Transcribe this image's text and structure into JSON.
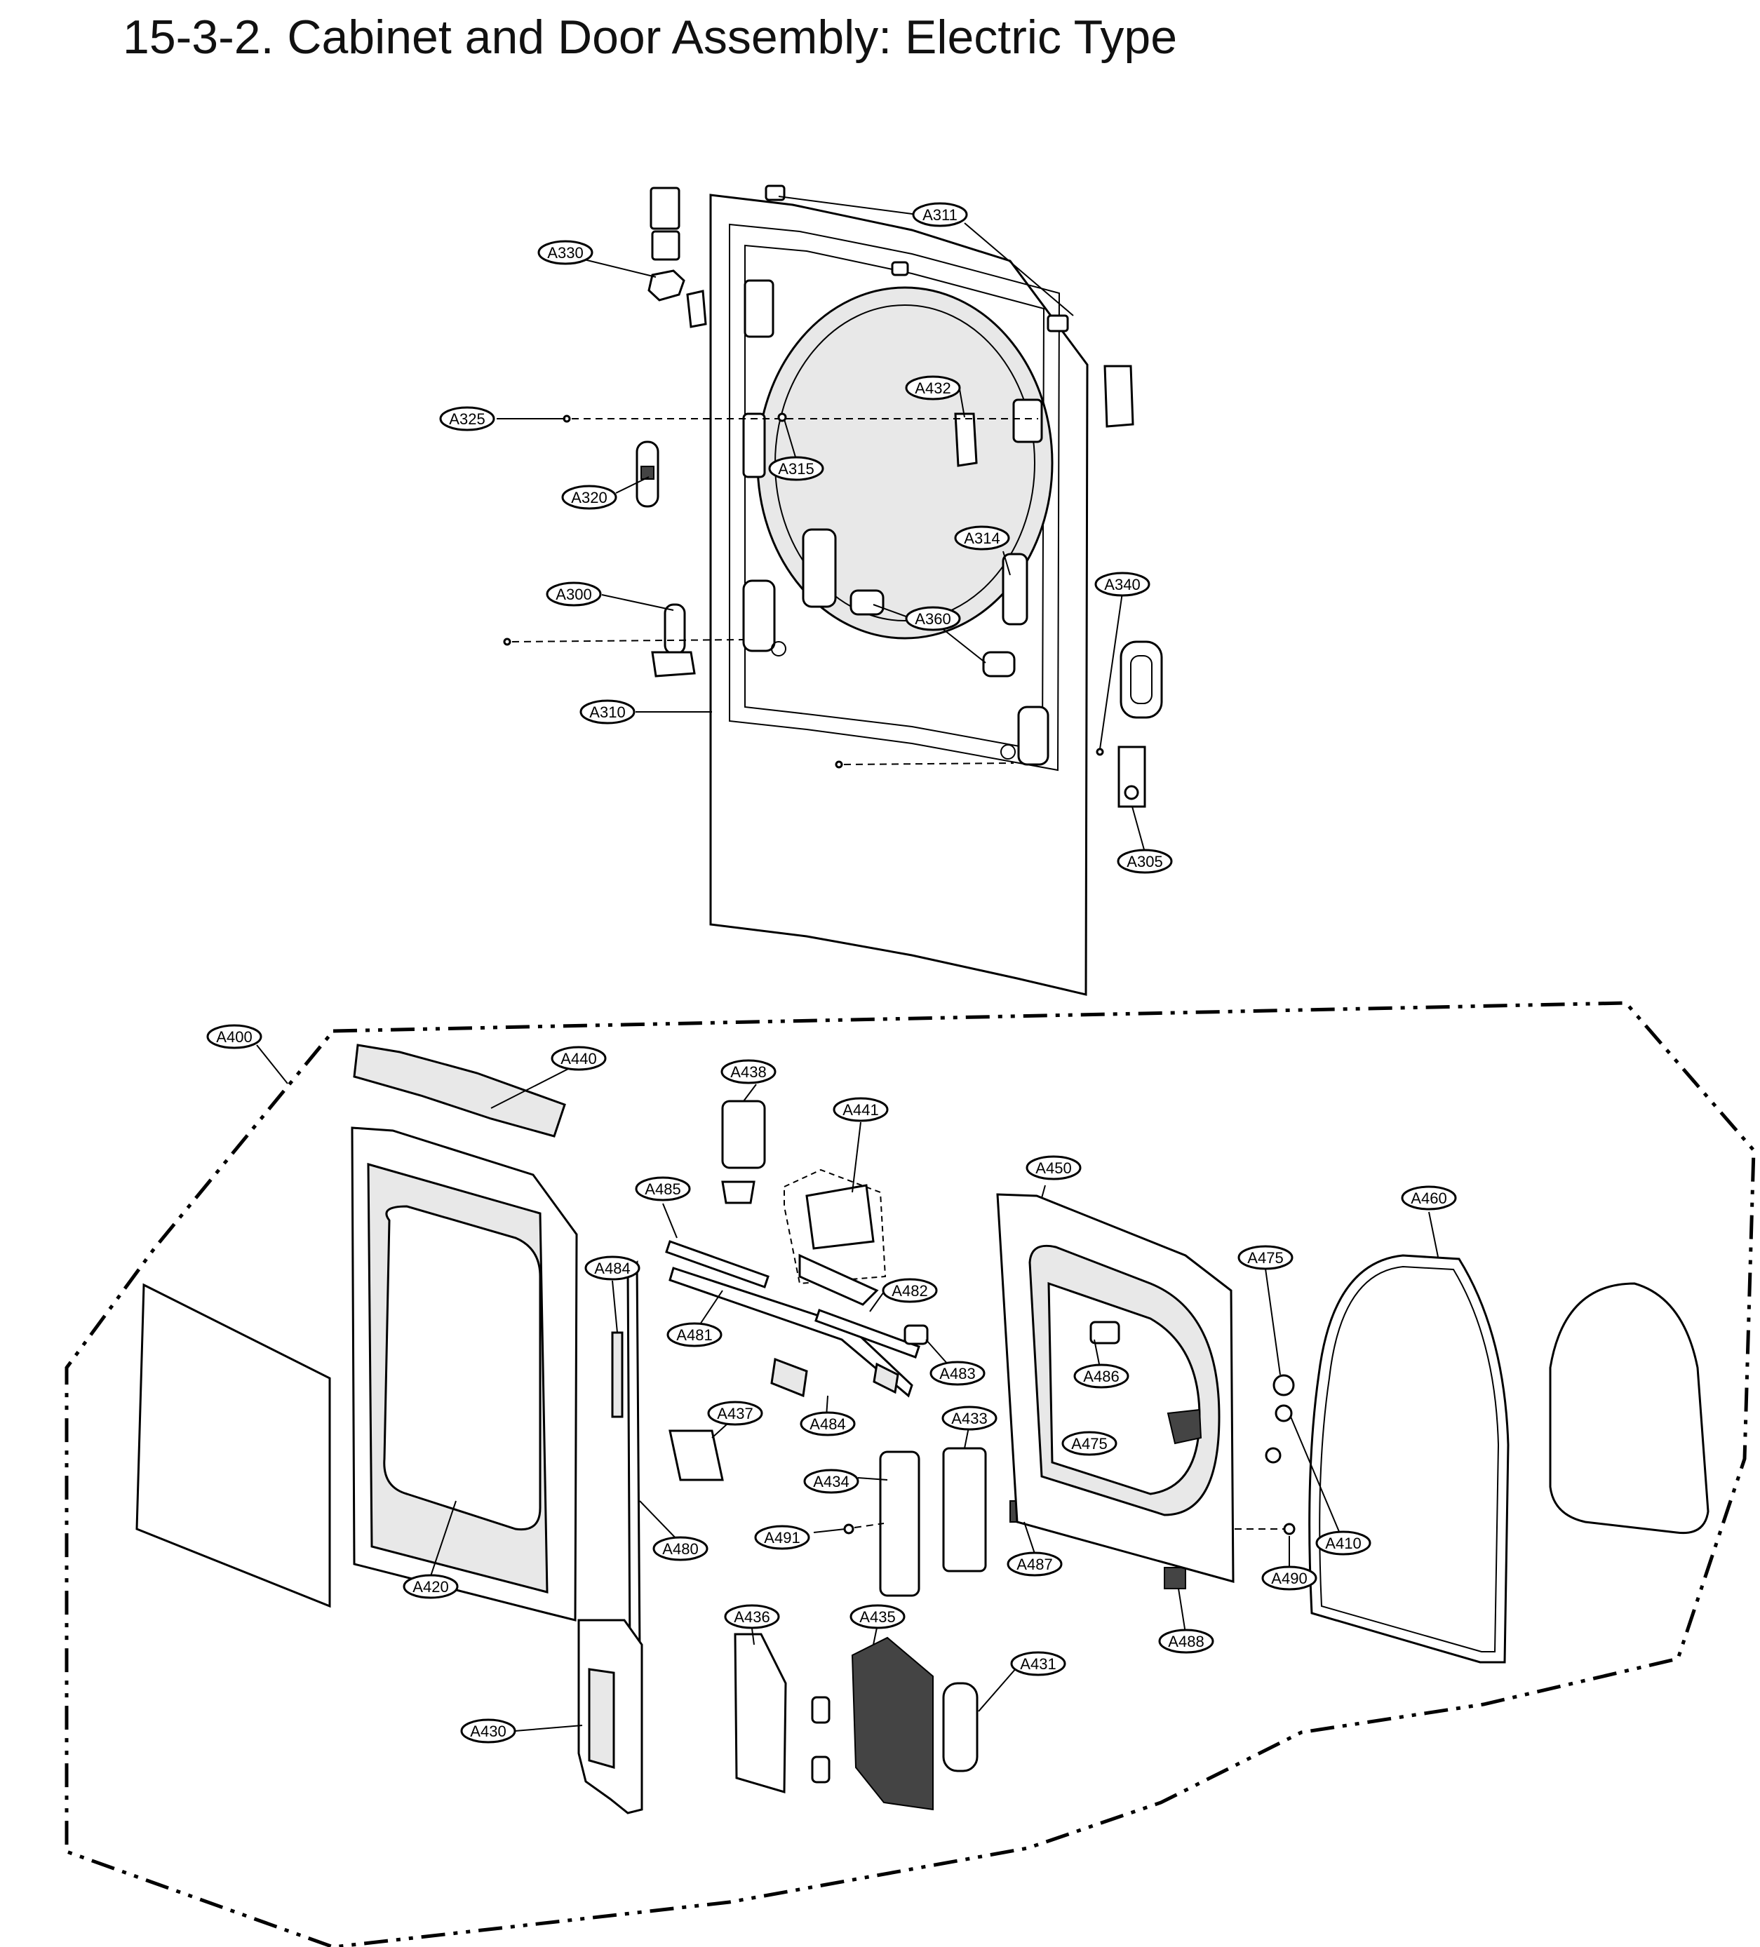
{
  "title": "15-3-2. Cabinet and Door Assembly: Electric Type",
  "callouts": {
    "A311": "A311",
    "A330": "A330",
    "A432": "A432",
    "A325": "A325",
    "A315": "A315",
    "A320": "A320",
    "A314": "A314",
    "A340": "A340",
    "A300": "A300",
    "A360": "A360",
    "A310": "A310",
    "A305": "A305",
    "A400": "A400",
    "A440": "A440",
    "A438": "A438",
    "A441": "A441",
    "A450": "A450",
    "A460": "A460",
    "A485": "A485",
    "A475": "A475",
    "A484": "A484",
    "A482": "A482",
    "A481": "A481",
    "A486": "A486",
    "A483": "A483",
    "A437": "A437",
    "A433": "A433",
    "A434": "A434",
    "A480": "A480",
    "A491": "A491",
    "A487": "A487",
    "A490": "A490",
    "A410": "A410",
    "A420": "A420",
    "A488": "A488",
    "A436": "A436",
    "A435": "A435",
    "A431": "A431",
    "A430": "A430"
  }
}
